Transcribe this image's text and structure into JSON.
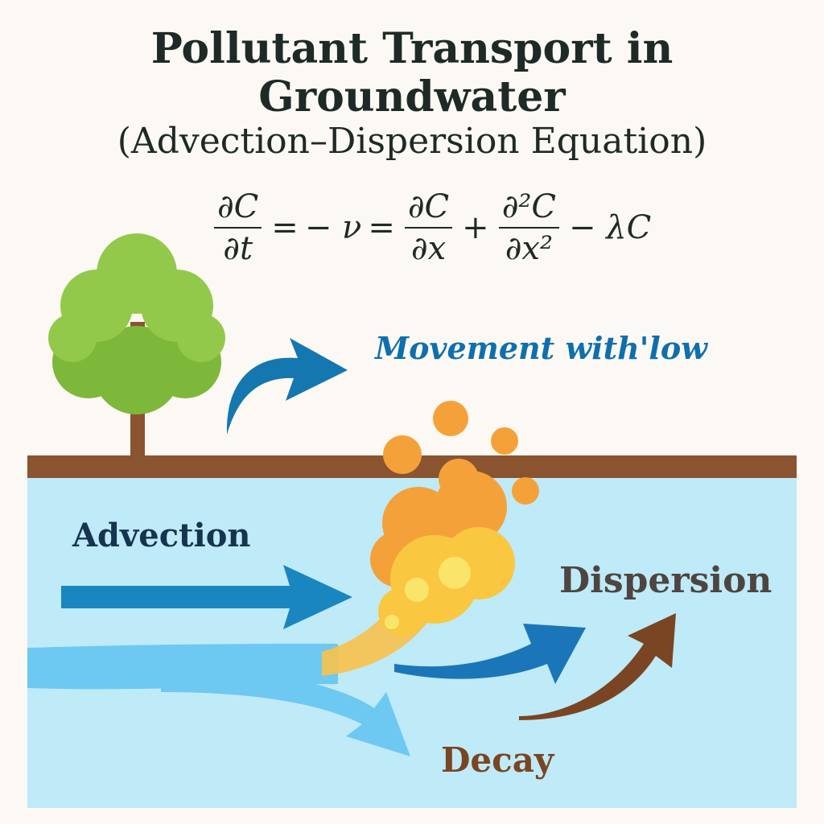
{
  "title": {
    "line1": "Pollutant Transport in",
    "line2": "Groundwater",
    "subtitle": "(Advection–Dispersion Equation)"
  },
  "equation": {
    "lhs_num": "∂C",
    "lhs_den": "∂t",
    "eq1": "=",
    "minus_v": "− ν",
    "eq2": "=",
    "t1_num": "∂C",
    "t1_den": "∂x",
    "plus": "+",
    "t2_num": "∂²C",
    "t2_den": "∂x²",
    "decay": "− λC"
  },
  "labels": {
    "movement": "Movement with'low",
    "advection": "Advection",
    "dispersion": "Dispersion",
    "decay": "Decay"
  },
  "colors": {
    "ground": "#8a5431",
    "water": "#bfeaf8",
    "arrow_blue": "#1477b0",
    "label_blue": "#0f6fad",
    "brown": "#7a4522",
    "plume_orange": "#f5a13a",
    "plume_yellow": "#f9c840"
  }
}
